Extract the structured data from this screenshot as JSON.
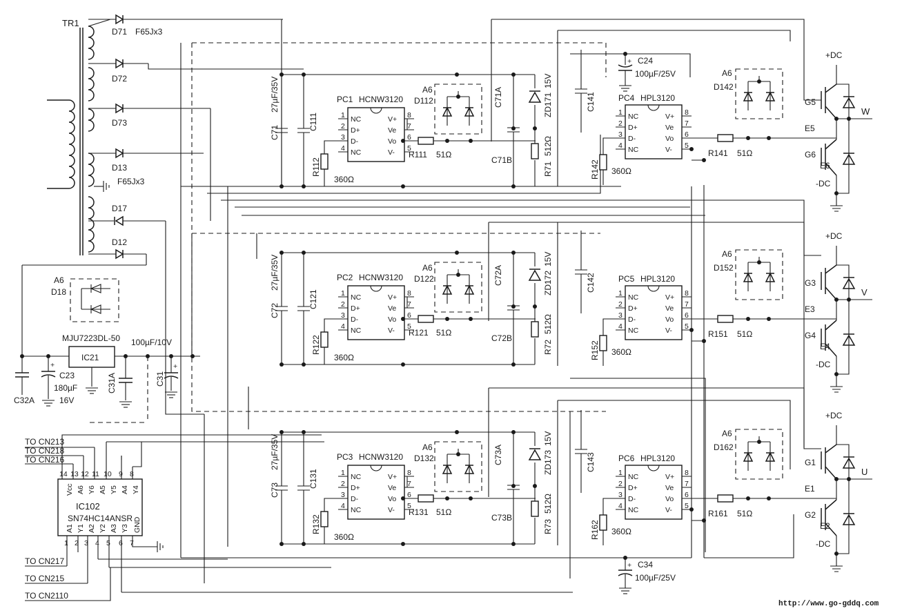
{
  "transformer": {
    "label": "TR1",
    "diodes": [
      "D71",
      "D72",
      "D73",
      "D13",
      "D17",
      "D12"
    ],
    "diode_note_top": "F65Jx3",
    "diode_note_bottom": "F65Jx3"
  },
  "regulator": {
    "ic": "IC21",
    "part": "MJU7223DL-50",
    "bridge_a": "A6",
    "bridge_d": "D18",
    "c23": "C23",
    "c23_value": "180µF",
    "c23_voltage": "16V",
    "c32a": "C32A",
    "c31a": "C31A",
    "c31": "C31",
    "c31_value": "100µF/10V"
  },
  "inverter_ic": {
    "ref": "IC102",
    "part": "SN74HC14ANSR",
    "top_pins": [
      "14",
      "13",
      "12",
      "11",
      "10",
      "9",
      "8"
    ],
    "top_names": [
      "Vcc",
      "A6",
      "Y6",
      "A5",
      "Y5",
      "A4",
      "Y4"
    ],
    "bottom_pins": [
      "1",
      "2",
      "3",
      "4",
      "5",
      "6",
      "7"
    ],
    "bottom_names": [
      "A1",
      "Y1",
      "A2",
      "Y2",
      "A3",
      "Y3",
      "GND"
    ],
    "inputs": [
      "TO  CN213",
      "TO  CN218",
      "TO  CN216",
      "TO  CN217",
      "TO  CN215",
      "TO  CN2110"
    ]
  },
  "hcnw_stages": [
    {
      "pc": "PC1",
      "part": "HCNW3120",
      "cap": "C71",
      "cap_value": "27µF/35V",
      "c1": "C111",
      "r1": "R112",
      "r1_value": "360Ω",
      "r2": "R111",
      "r2_value": "51Ω",
      "a6": "A6",
      "d": "D112",
      "ca": "C71A",
      "cb": "C71B",
      "zd": "ZD171",
      "zd_value": "15V",
      "r3": "R71",
      "r3_value": "512Ω"
    },
    {
      "pc": "PC2",
      "part": "HCNW3120",
      "cap": "C72",
      "cap_value": "27µF/35V",
      "c1": "C121",
      "r1": "R122",
      "r1_value": "360Ω",
      "r2": "R121",
      "r2_value": "51Ω",
      "a6": "A6",
      "d": "D122",
      "ca": "C72A",
      "cb": "C72B",
      "zd": "ZD172",
      "zd_value": "15V",
      "r3": "R72",
      "r3_value": "512Ω"
    },
    {
      "pc": "PC3",
      "part": "HCNW3120",
      "cap": "C73",
      "cap_value": "27µF/35V",
      "c1": "C131",
      "r1": "R132",
      "r1_value": "360Ω",
      "r2": "R131",
      "r2_value": "51Ω",
      "a6": "A6",
      "d": "D132",
      "ca": "C73A",
      "cb": "C73B",
      "zd": "ZD173",
      "zd_value": "15V",
      "r3": "R73",
      "r3_value": "512Ω"
    }
  ],
  "hpl_stages": [
    {
      "pc": "PC4",
      "part": "HPL3120",
      "c": "C141",
      "r1": "R142",
      "r1_value": "360Ω",
      "r2": "R141",
      "r2_value": "51Ω",
      "a6": "A6",
      "d": "D142",
      "g_hi": "G5",
      "e_hi": "E5",
      "g_lo": "G6",
      "e_lo": "E6",
      "phase": "W"
    },
    {
      "pc": "PC5",
      "part": "HPL3120",
      "c": "C142",
      "r1": "R152",
      "r1_value": "360Ω",
      "r2": "R151",
      "r2_value": "51Ω",
      "a6": "A6",
      "d": "D152",
      "g_hi": "G3",
      "e_hi": "E3",
      "g_lo": "G4",
      "e_lo": "E4",
      "phase": "V"
    },
    {
      "pc": "PC6",
      "part": "HPL3120",
      "c": "C143",
      "r1": "R162",
      "r1_value": "360Ω",
      "r2": "R161",
      "r2_value": "51Ω",
      "a6": "A6",
      "d": "D162",
      "g_hi": "G1",
      "e_hi": "E1",
      "g_lo": "G2",
      "e_lo": "E2",
      "phase": "U"
    }
  ],
  "opto_pins_left": [
    "1",
    "2",
    "3",
    "4"
  ],
  "opto_pins_right": [
    "8",
    "7",
    "6",
    "5"
  ],
  "opto_names_left": [
    "NC",
    "D+",
    "D-",
    "NC"
  ],
  "opto_names_right": [
    "V+",
    "Ve",
    "Vo",
    "V-"
  ],
  "dc_plus": "+DC",
  "dc_minus": "-DC",
  "c24": {
    "ref": "C24",
    "value": "100µF/25V"
  },
  "c34": {
    "ref": "C34",
    "value": "100µF/25V"
  },
  "watermark": "http://www.go-gddq.com"
}
